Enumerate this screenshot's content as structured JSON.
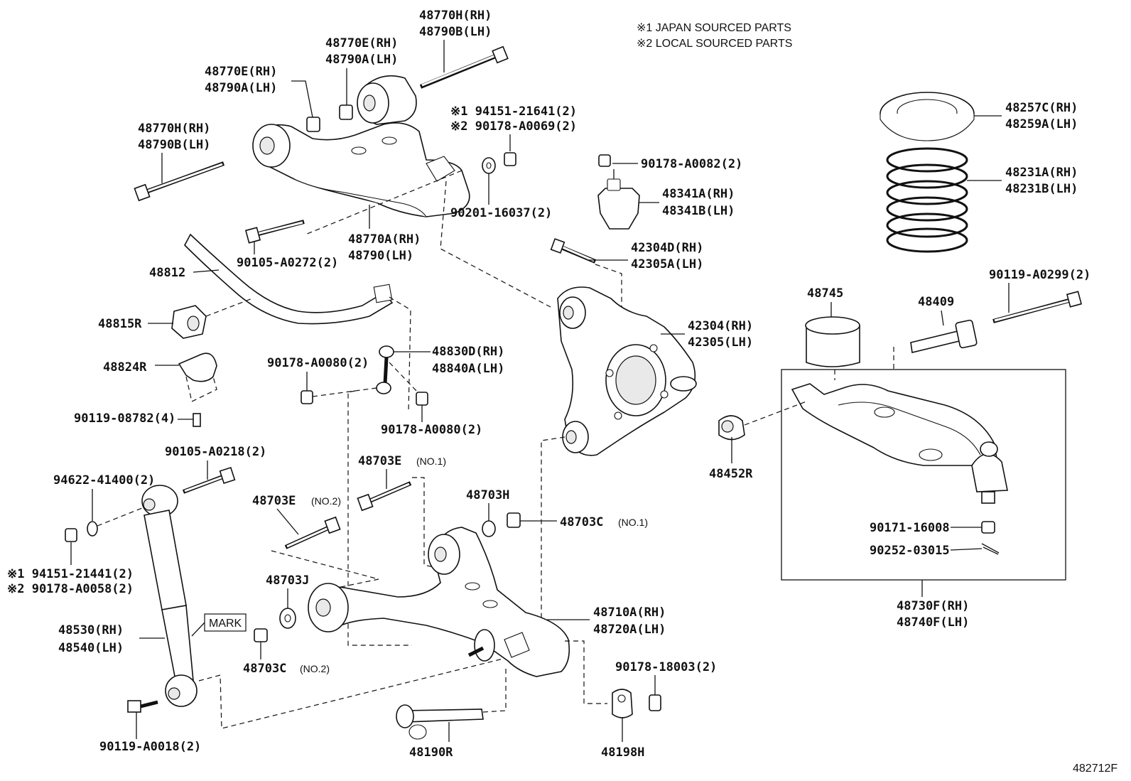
{
  "notes": {
    "note1": "※1 JAPAN SOURCED PARTS",
    "note2": "※2 LOCAL SOURCED PARTS"
  },
  "figure_number": "482712F",
  "labels": {
    "l48770H_rh_top": "48770H(RH)",
    "l48790B_lh_top": "48790B(LH)",
    "l48770E_rh_mid": "48770E(RH)",
    "l48790A_lh_mid": "48790A(LH)",
    "l48770E_rh_left": "48770E(RH)",
    "l48790A_lh_left": "48790A(LH)",
    "l48770H_rh_left": "48770H(RH)",
    "l48790B_lh_left": "48790B(LH)",
    "l94151_21641": "※1 94151-21641(2)",
    "l90178_A0069": "※2 90178-A0069(2)",
    "l90201_16037": "90201-16037(2)",
    "l90105_A0272": "90105-A0272(2)",
    "l48770A_rh": "48770A(RH)",
    "l48790_lh": "48790(LH)",
    "l48812": "48812",
    "l48815R": "48815R",
    "l48824R": "48824R",
    "l90119_08782": "90119-08782(4)",
    "l90178_A0080_a": "90178-A0080(2)",
    "l48830D_rh": "48830D(RH)",
    "l48840A_lh": "48840A(LH)",
    "l90178_A0080_b": "90178-A0080(2)",
    "l90178_A0082": "90178-A0082(2)",
    "l48341A_rh": "48341A(RH)",
    "l48341B_lh": "48341B(LH)",
    "l42304D_rh": "42304D(RH)",
    "l42305A_lh": "42305A(LH)",
    "l42304_rh": "42304(RH)",
    "l42305_lh": "42305(LH)",
    "l48257C_rh": "48257C(RH)",
    "l48259A_lh": "48259A(LH)",
    "l48231A_rh": "48231A(RH)",
    "l48231B_lh": "48231B(LH)",
    "l48745": "48745",
    "l48409": "48409",
    "l90119_A0299": "90119-A0299(2)",
    "l48452R": "48452R",
    "l90171_16008": "90171-16008",
    "l90252_03015": "90252-03015",
    "l48730F_rh": "48730F(RH)",
    "l48740F_lh": "48740F(LH)",
    "l90105_A0218": "90105-A0218(2)",
    "l94622_41400": "94622-41400(2)",
    "l94151_21441": "※1 94151-21441(2)",
    "l90178_A0058": "※2 90178-A0058(2)",
    "l48530_rh": "48530(RH)",
    "l48540_lh": "48540(LH)",
    "mark": "MARK",
    "l90119_A0018": "90119-A0018(2)",
    "l48703E_no1": "48703E",
    "s48703E_no1": "(NO.1)",
    "l48703E_no2": "48703E",
    "s48703E_no2": "(NO.2)",
    "l48703H": "48703H",
    "l48703C_no1": "48703C",
    "s48703C_no1": "(NO.1)",
    "l48703J": "48703J",
    "l48703C_no2": "48703C",
    "s48703C_no2": "(NO.2)",
    "l48710A_rh": "48710A(RH)",
    "l48720A_lh": "48720A(LH)",
    "l90178_18003": "90178-18003(2)",
    "l48190R": "48190R",
    "l48198H": "48198H"
  },
  "icons": [
    "upper-arm-icon",
    "knuckle-icon",
    "coil-spring-icon",
    "spring-seat-icon",
    "shock-absorber-icon",
    "stabilizer-bar-icon",
    "lower-arm-icon",
    "bolt-icon",
    "nut-icon",
    "washer-icon",
    "bushing-icon",
    "bound-stopper-icon",
    "ball-joint-icon"
  ]
}
